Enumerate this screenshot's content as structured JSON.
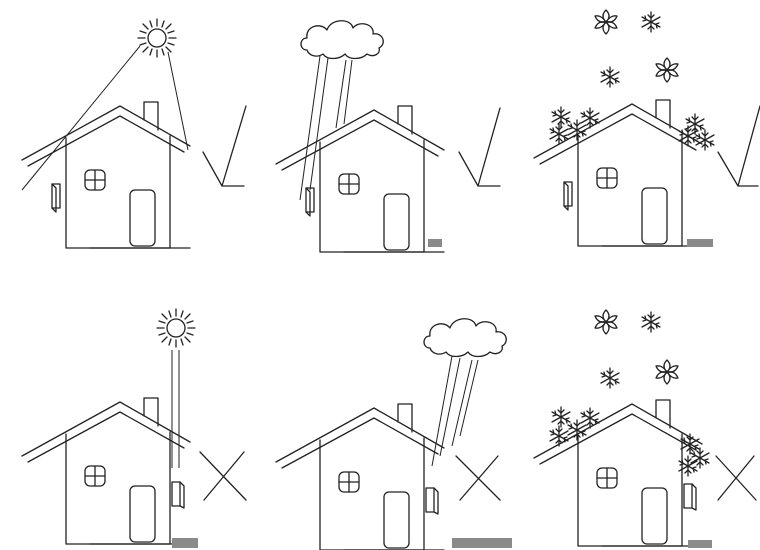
{
  "figure": {
    "rows": [
      {
        "result": "correct",
        "mark_icon": "check-icon",
        "panels": [
          {
            "weather": "sun",
            "window_side": "left"
          },
          {
            "weather": "rain",
            "window_side": "left"
          },
          {
            "weather": "snow",
            "window_side": "left"
          }
        ]
      },
      {
        "result": "incorrect",
        "mark_icon": "cross-icon",
        "panels": [
          {
            "weather": "sun",
            "window_side": "right"
          },
          {
            "weather": "rain",
            "window_side": "right"
          },
          {
            "weather": "snow",
            "window_side": "right"
          }
        ]
      }
    ],
    "colors": {
      "line": "#222222",
      "ground_block": "#8a8a8a",
      "background": "#ffffff"
    }
  }
}
